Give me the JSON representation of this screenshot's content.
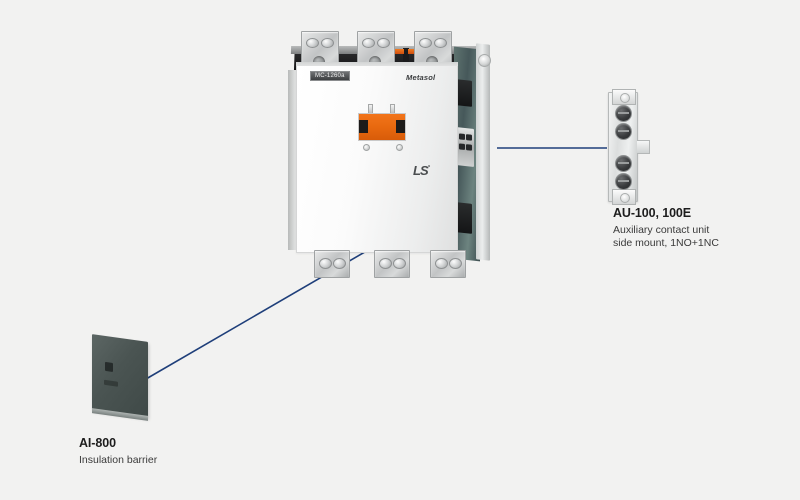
{
  "page": {
    "background_color": "#f2f2f1",
    "leader_color": "#1f3f7a"
  },
  "product": {
    "name": "contactor-assembly",
    "body_label": "MC-1260a",
    "brand_series": "Metasol",
    "brand_logo": "LS",
    "brand_logo_mark": "°"
  },
  "callouts": [
    {
      "id": "aux-contact",
      "title": "AU-100, 100E",
      "description": "Auxiliary contact unit\nside mount, 1NO+1NC"
    },
    {
      "id": "insulation-barrier",
      "title": "AI-800",
      "description": "Insulation barrier"
    }
  ],
  "parts": {
    "aux_module": "AU-100, 100E",
    "barrier": "AI-800"
  }
}
